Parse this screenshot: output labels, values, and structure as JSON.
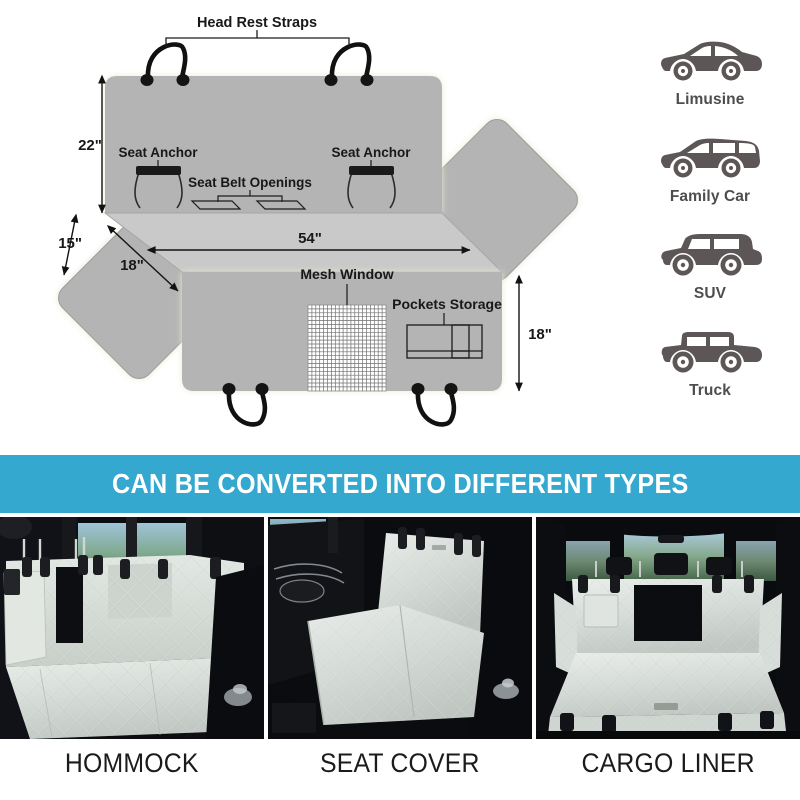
{
  "diagram": {
    "title_annotations": {
      "head_rest_straps": "Head Rest Straps",
      "seat_anchor_left": "Seat Anchor",
      "seat_anchor_right": "Seat Anchor",
      "seat_belt_openings": "Seat Belt Openings",
      "mesh_window": "Mesh Window",
      "pockets_storage": "Pockets Storage"
    },
    "dimensions": {
      "backrest_height": "22\"",
      "side_flap_height": "15\"",
      "side_flap_width": "18\"",
      "seat_width": "54\"",
      "seat_depth": "18\""
    },
    "colors": {
      "panel_dark": "#b4b4b4",
      "panel_light": "#c9c9c9",
      "edge_glow": "#eef0dc",
      "stroke": "#1c1c1c"
    }
  },
  "vehicle_types": {
    "items": [
      {
        "label": "Limusine",
        "icon": "sedan-car-icon"
      },
      {
        "label": "Family Car",
        "icon": "wagon-car-icon"
      },
      {
        "label": "SUV",
        "icon": "suv-car-icon"
      },
      {
        "label": "Truck",
        "icon": "truck-car-icon"
      }
    ],
    "icon_color": "#5c5756"
  },
  "banner": {
    "text": "CAN BE CONVERTED INTO DIFFERENT TYPES",
    "background_color": "#35a8cf",
    "text_color": "#ffffff"
  },
  "photos": [
    {
      "caption": "HOMMOCK",
      "alt": "grey quilted pet seat hammock installed across rear bench seat of a car"
    },
    {
      "caption": "SEAT COVER",
      "alt": "grey quilted seat cover laid flat over rear bench seat of a sedan"
    },
    {
      "caption": "CARGO LINER",
      "alt": "grey quilted cargo liner covering the boot area of an SUV"
    }
  ]
}
